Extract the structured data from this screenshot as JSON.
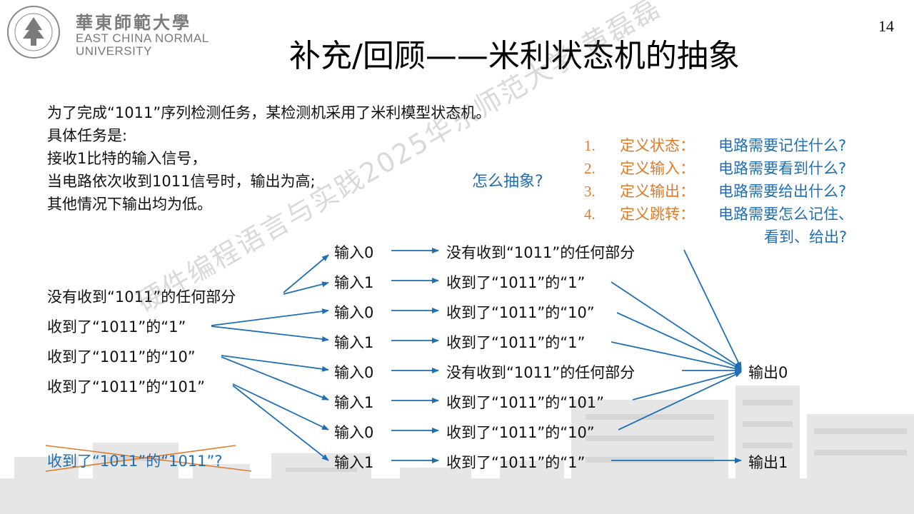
{
  "header": {
    "logo_cn": "華東師範大學",
    "logo_en_line1": "EAST CHINA NORMAL",
    "logo_en_line2": "UNIVERSITY",
    "page_number": "14"
  },
  "title": "补充/回顾——米利状态机的抽象",
  "description": {
    "lines": [
      "为了完成“1011”序列检测任务，某检测机采用了米利模型状态机。",
      "具体任务是:",
      "接收1比特的输入信号，",
      "当电路依次收到1011信号时，输出为高;",
      "其他情况下输出均为低。"
    ]
  },
  "how_label": "怎么抽象?",
  "steps": [
    {
      "num": "1.",
      "define": "定义状态：",
      "ask": "电路需要记住什么?"
    },
    {
      "num": "2.",
      "define": "定义输入：",
      "ask": "电路需要看到什么?"
    },
    {
      "num": "3.",
      "define": "定义输出：",
      "ask": "电路需要给出什么?"
    },
    {
      "num": "4.",
      "define": "定义跳转：",
      "ask": "电路需要怎么记住、",
      "continuation": "看到、给出?"
    }
  ],
  "states": [
    "没有收到“1011”的任何部分",
    "收到了“1011”的“1”",
    "收到了“1011”的“10”",
    "收到了“1011”的“101”"
  ],
  "crossed_state": "收到了“1011”的“1011”?",
  "transitions": [
    {
      "input": "输入0",
      "next": "没有收到“1011”的任何部分"
    },
    {
      "input": "输入1",
      "next": "收到了“1011”的“1”"
    },
    {
      "input": "输入0",
      "next": "收到了“1011”的“10”"
    },
    {
      "input": "输入1",
      "next": "收到了“1011”的“1”"
    },
    {
      "input": "输入0",
      "next": "没有收到“1011”的任何部分"
    },
    {
      "input": "输入1",
      "next": "收到了“1011”的“101”"
    },
    {
      "input": "输入0",
      "next": "收到了“1011”的“10”"
    },
    {
      "input": "输入1",
      "next": "收到了“1011”的“1”"
    }
  ],
  "outputs": {
    "low": "输出0",
    "high": "输出1"
  },
  "watermark": "硬件编程语言与实践2025华东师范大学 黄磊磊",
  "colors": {
    "arrow_blue": "#1e6fb5",
    "step_orange": "#e07b29",
    "cross_red": "#e07b29"
  }
}
